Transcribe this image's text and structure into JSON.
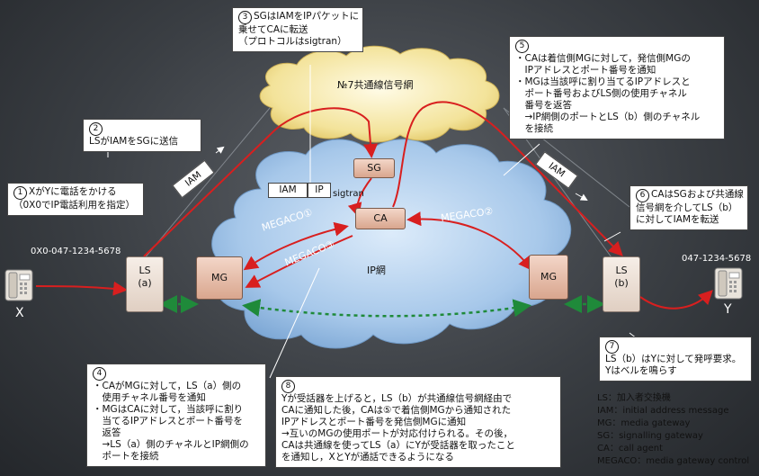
{
  "network": {
    "signaling": "№7共通線信号網",
    "ip": "IP網",
    "sigtran": "sigtran"
  },
  "nodes": {
    "sg": "SG",
    "ca": "CA",
    "mg_left": "MG",
    "mg_right": "MG",
    "ls_left": [
      "LS",
      "(a)"
    ],
    "ls_right": [
      "LS",
      "(b)"
    ]
  },
  "messages": {
    "iam_left": "IAM",
    "iam_right": "IAM",
    "iam_ip": [
      "IAM",
      "IP"
    ],
    "megaco1": "MEGACO①",
    "megaco2": "MEGACO②",
    "megaco3": "MEGACO③"
  },
  "parties": {
    "x_label": "X",
    "y_label": "Y",
    "x_number": "0X0-047-1234-5678",
    "y_number": "047-1234-5678"
  },
  "notes": {
    "n1": {
      "num": "1",
      "lines": [
        "XがYに電話をかける",
        "（0X0でIP電話利用を指定）"
      ]
    },
    "n2": {
      "num": "2",
      "lines": [
        "LSがIAMをSGに送信"
      ]
    },
    "n3": {
      "num": "3",
      "lines": [
        "SGはIAMをIPパケットに",
        "乗せてCAに転送",
        "（プロトコルはsigtran）"
      ]
    },
    "n4": {
      "num": "4",
      "lines": [
        "・CAがMGに対して，LS（a）側の",
        "　使用チャネル番号を通知",
        "・MGはCAに対して，当該呼に割り",
        "　当てるIPアドレスとポート番号を",
        "　返答",
        "　→LS（a）側のチャネルとIP網側の",
        "　ポートを接続"
      ]
    },
    "n5": {
      "num": "5",
      "lines": [
        "・CAは着信側MGに対して，発信側MGの",
        "　IPアドレスとポート番号を通知",
        "・MGは当該呼に割り当てるIPアドレスと",
        "　ポート番号およびLS側の使用チャネル",
        "　番号を返答",
        "　→IP網側のポートとLS（b）側のチャネル",
        "　を接続"
      ]
    },
    "n6": {
      "num": "6",
      "lines": [
        "CAはSGおよび共通線",
        "信号網を介してLS（b）",
        "に対してIAMを転送"
      ]
    },
    "n7": {
      "num": "7",
      "lines": [
        "LS（b）はYに対して発呼要求。",
        "Yはベルを鳴らす"
      ]
    },
    "n8": {
      "num": "8",
      "lines": [
        "Yが受話器を上げると，LS（b）が共通線信号網経由で",
        "CAに通知した後，CAは⑤で着信側MGから通知された",
        "IPアドレスとポート番号を発信側MGに通知",
        "→互いのMGの使用ポートが対応付けられる。その後，",
        "CAは共通線を使ってLS（a）にYが受話器を取ったこと",
        "を通知し，XとYが通話できるようになる"
      ]
    }
  },
  "legend": [
    "LS：加入者交換機",
    "IAM：initial address message",
    "MG：media gateway",
    "SG：signalling gateway",
    "CA：call agent",
    "MEGACO：media gateway control"
  ],
  "colors": {
    "arrow_red": "#d81f1f",
    "arrow_green": "#1f8a3a",
    "cloud_ip": "#9fc3e8",
    "cloud_signal": "#f4e6a6"
  }
}
